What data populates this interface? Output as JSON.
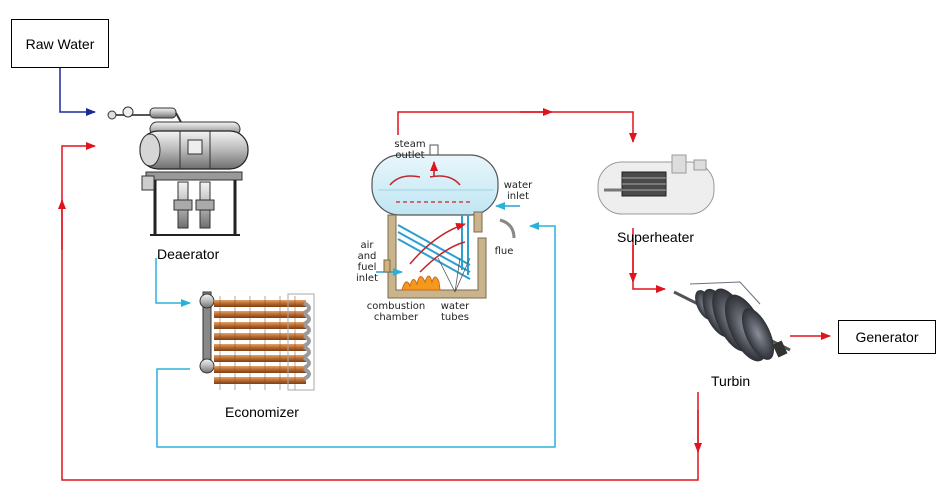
{
  "nodes": {
    "raw_water": "Raw Water",
    "deaerator": "Deaerator",
    "economizer": "Economizer",
    "superheater": "Superheater",
    "turbin": "Turbin",
    "generator": "Generator"
  },
  "boiler_labels": {
    "steam_outlet_1": "steam",
    "steam_outlet_2": "outlet",
    "water_inlet_1": "water",
    "water_inlet_2": "inlet",
    "air_1": "air",
    "air_2": "and",
    "air_3": "fuel",
    "air_4": "inlet",
    "flue": "flue",
    "combustion_1": "combustion",
    "combustion_2": "chamber",
    "tubes_1": "water",
    "tubes_2": "tubes"
  },
  "colors": {
    "raw_water_line": "#1a2a9a",
    "cold_water_line": "#29b2d8",
    "steam_line": "#e0141c"
  }
}
